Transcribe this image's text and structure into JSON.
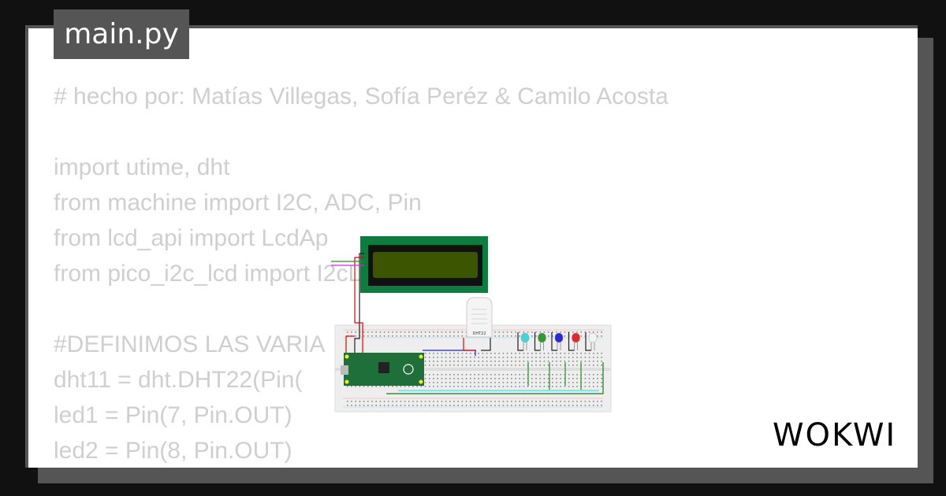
{
  "editor": {
    "tab_label": "main.py",
    "code_lines": [
      "# hecho por: Matías Villegas, Sofía Peréz & Camilo Acosta",
      "",
      "import utime, dht",
      "from machine import I2C, ADC, Pin",
      "from lcd_api import LcdAp",
      "from pico_i2c_lcd import I2cLcd",
      "",
      "#DEFINIMOS LAS VARIA",
      "dht11 = dht.DHT22(Pin(",
      "led1 = Pin(7, Pin.OUT)",
      "led2 = Pin(8, Pin.OUT)"
    ]
  },
  "circuit": {
    "sensor_label": "DHT22",
    "led_colors": [
      "#3fd6d6",
      "#2f9a2f",
      "#2a2ad8",
      "#e02a2a",
      "#f2f2f2"
    ],
    "lcd_color": "#0a7d3f",
    "board_color": "#1e6f3a"
  },
  "brand": {
    "logo_text": "WOKWI"
  },
  "colors": {
    "background": "#111111",
    "frame": "#555555",
    "code_text": "#cfcfcf"
  }
}
